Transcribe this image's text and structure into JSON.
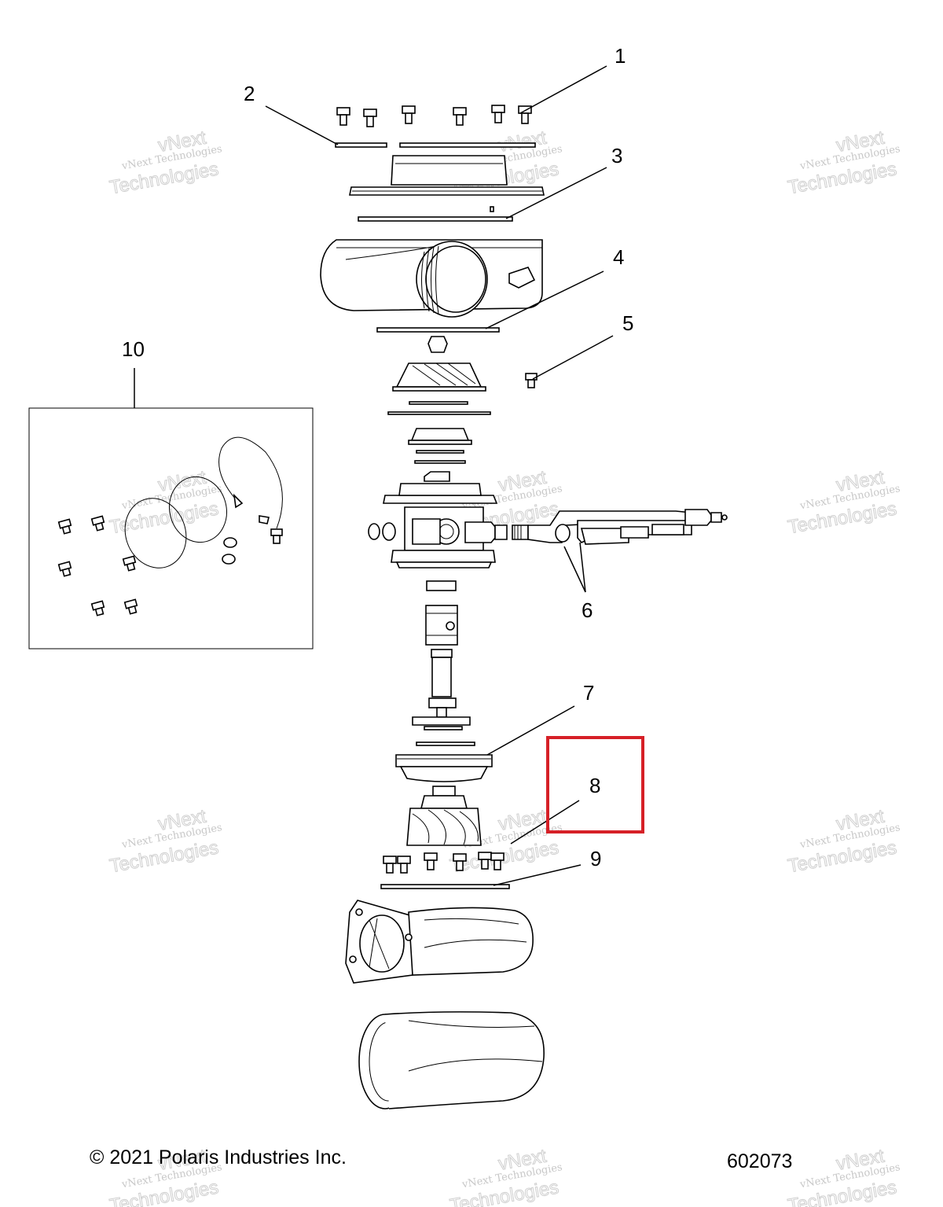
{
  "diagram": {
    "callouts": [
      "1",
      "2",
      "3",
      "4",
      "5",
      "6",
      "7",
      "8",
      "9",
      "10"
    ],
    "highlight_color": "#d62027"
  },
  "footer": {
    "copyright": "© 2021 Polaris Industries Inc.",
    "part_number": "602073"
  },
  "watermark": {
    "line1": "vNext Technologies",
    "line2": "vNext",
    "line3": "Technologies"
  }
}
